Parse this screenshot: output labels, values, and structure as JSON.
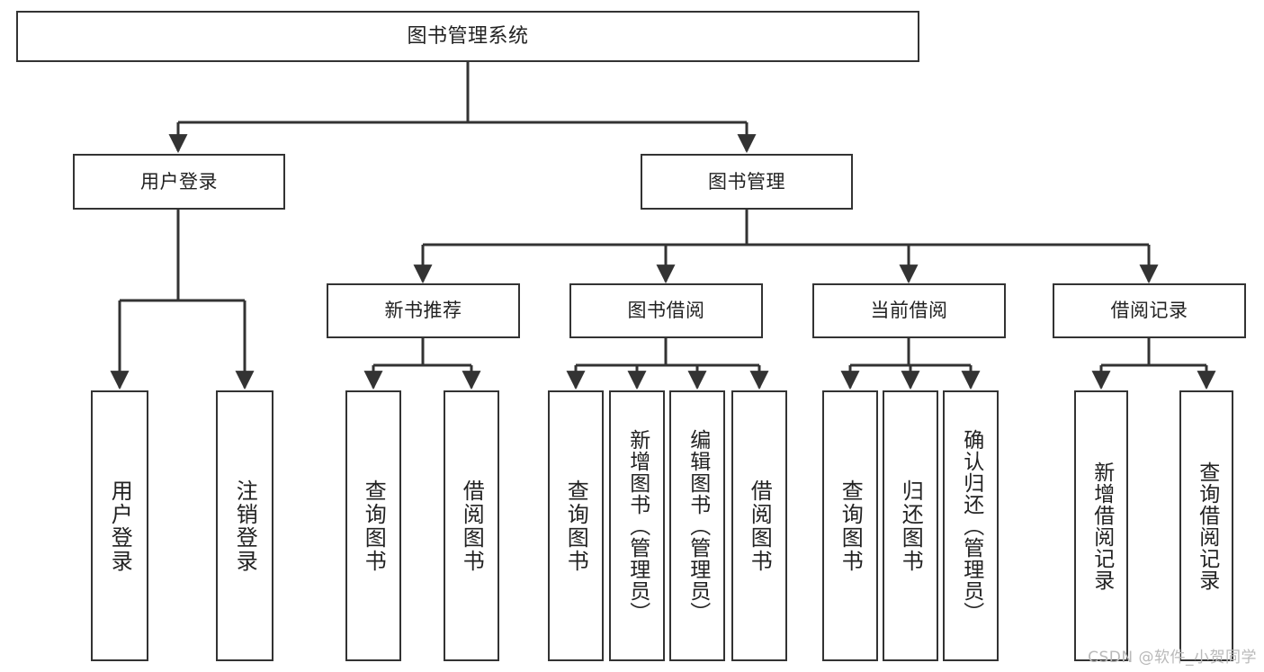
{
  "diagram": {
    "type": "tree",
    "title": "图书管理系统",
    "orientation": "top-down",
    "line_color": "#333333",
    "box_fill": "#ffffff",
    "text_color": "#222222",
    "root": {
      "id": "root",
      "label": "图书管理系统"
    },
    "level2": [
      {
        "id": "user-login",
        "label": "用户登录"
      },
      {
        "id": "book-manage",
        "label": "图书管理"
      }
    ],
    "level3": [
      {
        "id": "new-book-rec",
        "label": "新书推荐",
        "parent": "book-manage"
      },
      {
        "id": "book-borrow",
        "label": "图书借阅",
        "parent": "book-manage"
      },
      {
        "id": "current-borrow",
        "label": "当前借阅",
        "parent": "book-manage"
      },
      {
        "id": "borrow-record",
        "label": "借阅记录",
        "parent": "book-manage"
      }
    ],
    "leaves": {
      "user-login": [
        {
          "id": "leaf-user-login",
          "label": "用户登录"
        },
        {
          "id": "leaf-logout",
          "label": "注销登录"
        }
      ],
      "new-book-rec": [
        {
          "id": "leaf-query-book-1",
          "label": "查询图书"
        },
        {
          "id": "leaf-borrow-book-1",
          "label": "借阅图书"
        }
      ],
      "book-borrow": [
        {
          "id": "leaf-query-book-2",
          "label": "查询图书"
        },
        {
          "id": "leaf-add-book",
          "label": "新增图书（管理员）"
        },
        {
          "id": "leaf-edit-book",
          "label": "编辑图书（管理员）"
        },
        {
          "id": "leaf-borrow-book-2",
          "label": "借阅图书"
        }
      ],
      "current-borrow": [
        {
          "id": "leaf-query-book-3",
          "label": "查询图书"
        },
        {
          "id": "leaf-return-book",
          "label": "归还图书"
        },
        {
          "id": "leaf-confirm-return",
          "label": "确认归还（管理员）"
        }
      ],
      "borrow-record": [
        {
          "id": "leaf-add-record",
          "label": "新增借阅记录"
        },
        {
          "id": "leaf-query-record",
          "label": "查询借阅记录"
        }
      ]
    }
  },
  "watermark": {
    "text": "CSDN @软件_小贺同学"
  }
}
